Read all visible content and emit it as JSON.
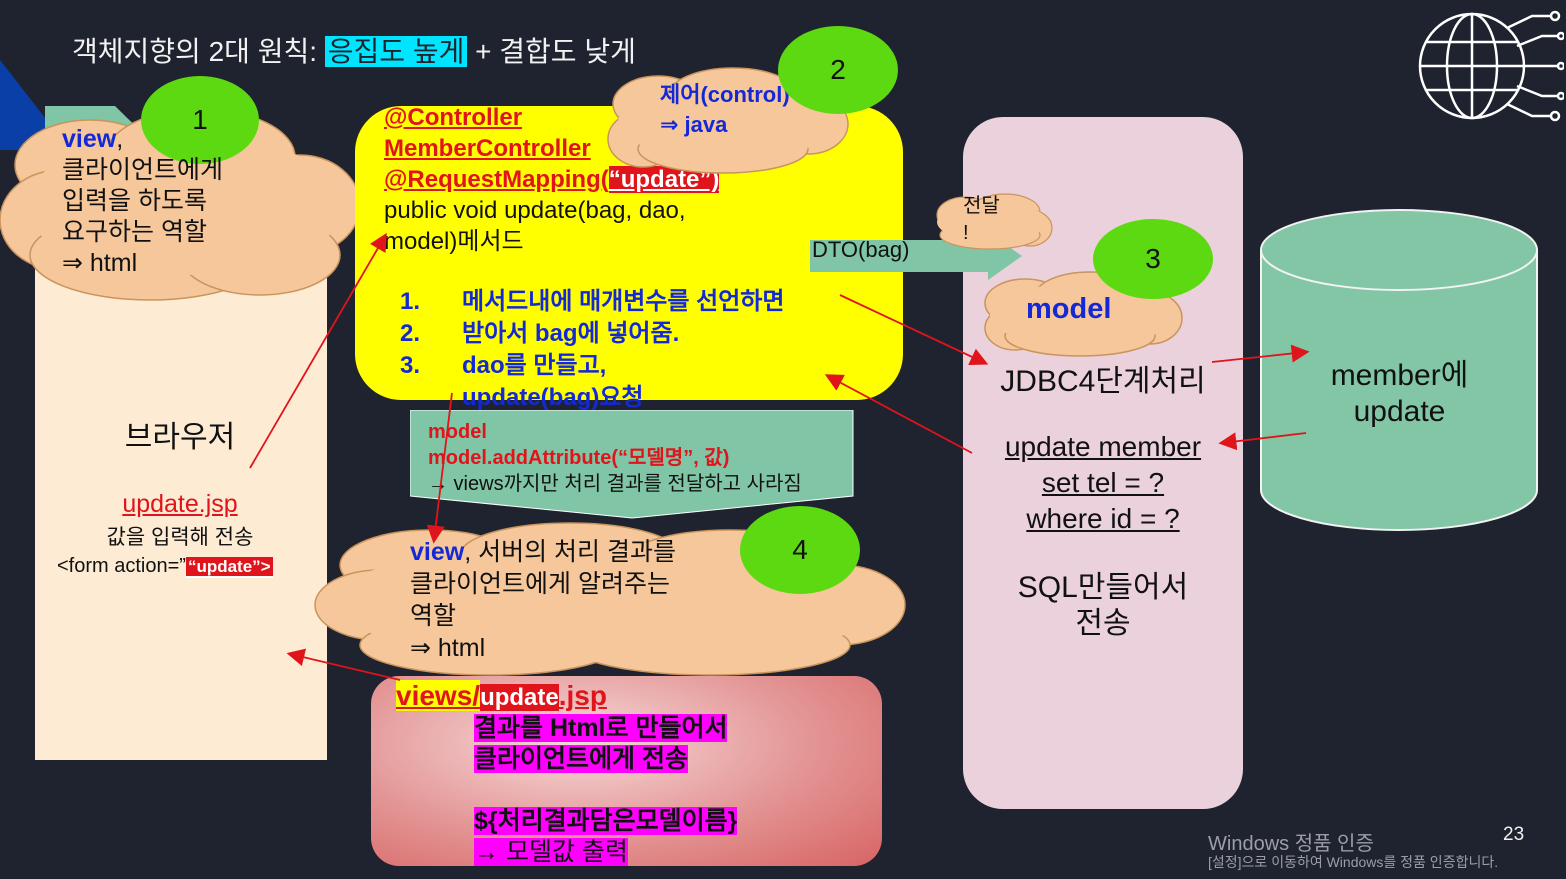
{
  "title": {
    "prefix": "객체지향의 2대 원칙: ",
    "highlight": "응집도 높게",
    "suffix": " + 결합도 낮게"
  },
  "colors": {
    "background": "#1f232f",
    "browser_panel": "#fdebd3",
    "controller_panel": "#ffff00",
    "model_panel": "#ead1dc",
    "database": "#82c6a5",
    "cloud": "#f5c79a",
    "circle": "#5cd910",
    "red": "#e0141b",
    "blue": "#1429d6",
    "magenta": "#ff00ff",
    "cyan": "#00e5ff"
  },
  "icons": {
    "logo": "globe-circuit-icon"
  },
  "view_bubble": {
    "number": "1",
    "keyword": "view",
    "comma": ",",
    "lines": [
      "클라이언트에게",
      "입력을 하도록",
      "요구하는 역할",
      "⇒ html"
    ]
  },
  "browser": {
    "label": "브라우저",
    "jsp_link": "update.jsp",
    "jsp_desc": "값을 입력해 전송",
    "form_prefix": "<form action=”",
    "form_action": "“update”>"
  },
  "control_bubble": {
    "number": "2",
    "line1": "제어(control)",
    "line2": "⇒ java"
  },
  "controller": {
    "annotation1": "@Controller",
    "class_name": "MemberController",
    "mapping_prefix": "@RequestMapping(",
    "mapping_value": "“update”)",
    "signature1": "public void update(bag, dao,",
    "signature2": "model)메서드",
    "steps": [
      {
        "num": "1.",
        "text": "메서드내에 매개변수를 선언하면"
      },
      {
        "num": "2.",
        "text": "받아서 bag에 넣어줌."
      },
      {
        "num": "3.",
        "text": "dao를 만들고,"
      },
      {
        "num": "",
        "text": "update(bag)요청"
      }
    ]
  },
  "dto_arrow": {
    "label": "DTO(bag)",
    "deliver_line1": "전달",
    "deliver_line2": "!"
  },
  "model_bubble": {
    "number": "3",
    "label": "model"
  },
  "model_panel": {
    "jdbc": "JDBC4단계처리",
    "sql_lines": [
      "update member",
      "set tel = ?",
      "where id = ?"
    ],
    "make_line1": "SQL만들어서",
    "make_line2": "전송"
  },
  "database": {
    "line1": "member에",
    "line2": "update"
  },
  "model_banner": {
    "line1": "model",
    "line2": "model.addAttribute(“모델명”, 값)",
    "line3": "→ views까지만 처리 결과를 전달하고 사라짐"
  },
  "view_result_bubble": {
    "number": "4",
    "keyword": "view",
    "line1": ", 서버의 처리 결과를",
    "line2": "클라이언트에게 알려주는",
    "line3": "역할",
    "line4": "⇒ html"
  },
  "views_box": {
    "prefix": "views/",
    "update": "update",
    "suffix": ".jsp",
    "line1": "결과를 Html로 만들어서",
    "line2": "클라이언트에게 전송",
    "line3": "${처리결과담은모델이름}",
    "line4": "→ 모델값 출력"
  },
  "watermark": {
    "line1": "Windows 정품 인증",
    "line2": "[설정]으로 이동하여 Windows를 정품 인증합니다."
  },
  "page_number": "23"
}
